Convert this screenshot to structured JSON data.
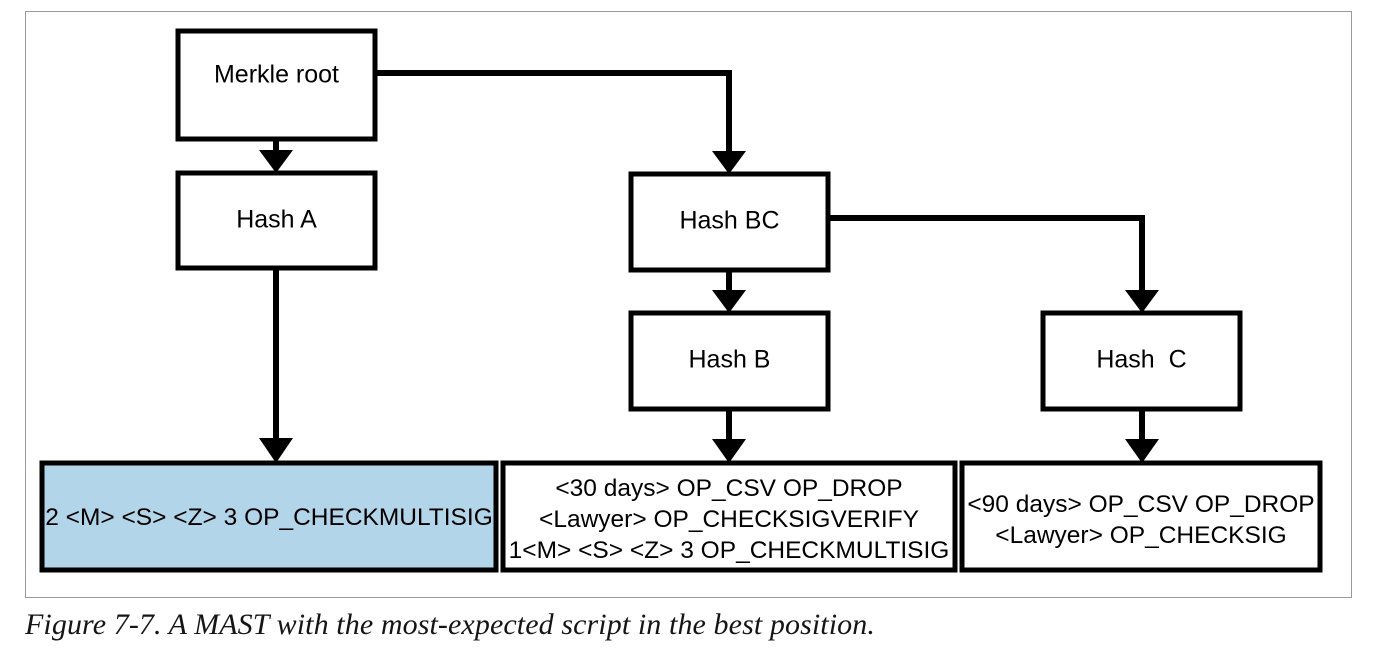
{
  "figure": {
    "caption": "Figure 7-7. A MAST with the most-expected script in the best position.",
    "frame_border_color": "#9a9a9a",
    "highlight_color": "#b3d5ea",
    "line_color": "#000000"
  },
  "diagram": {
    "type": "tree",
    "title": "MAST merkle tree",
    "nodes": {
      "merkle_root": {
        "label": "Merkle root"
      },
      "hash_a": {
        "label": "Hash A"
      },
      "hash_bc": {
        "label": "Hash BC"
      },
      "hash_b": {
        "label": "Hash B"
      },
      "hash_c": {
        "label": "Hash  C"
      }
    },
    "scripts": [
      {
        "id": "script-a",
        "highlighted": true,
        "lines": [
          "2 <M> <S> <Z> 3 OP_CHECKMULTISIG"
        ]
      },
      {
        "id": "script-b",
        "highlighted": false,
        "lines": [
          "<30 days> OP_CSV OP_DROP",
          "<Lawyer> OP_CHECKSIGVERIFY",
          "1<M> <S> <Z> 3 OP_CHECKMULTISIG"
        ]
      },
      {
        "id": "script-c",
        "highlighted": false,
        "lines": [
          "<90 days> OP_CSV OP_DROP",
          "<Lawyer> OP_CHECKSIG"
        ]
      }
    ],
    "edges": [
      {
        "from": "merkle_root",
        "to": "hash_a",
        "style": "straight-down"
      },
      {
        "from": "merkle_root",
        "to": "hash_bc",
        "style": "elbow-right"
      },
      {
        "from": "hash_a",
        "to": "script-a",
        "style": "straight-down"
      },
      {
        "from": "hash_bc",
        "to": "hash_b",
        "style": "straight-down"
      },
      {
        "from": "hash_bc",
        "to": "hash_c",
        "style": "elbow-right"
      },
      {
        "from": "hash_b",
        "to": "script-b",
        "style": "straight-down"
      },
      {
        "from": "hash_c",
        "to": "script-c",
        "style": "straight-down"
      }
    ]
  }
}
